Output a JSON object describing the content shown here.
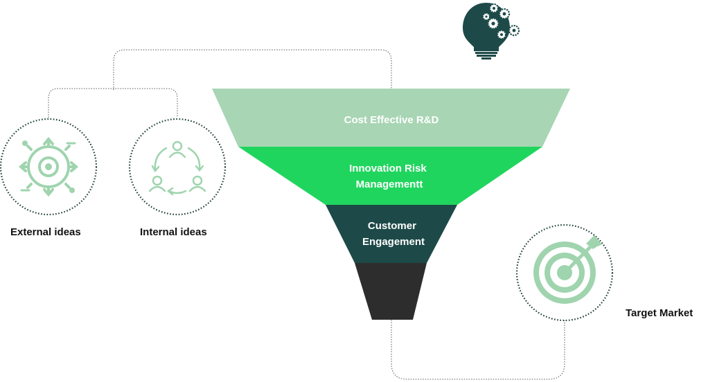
{
  "funnel": {
    "stages": [
      {
        "lines": [
          "Cost Effective R&D"
        ],
        "color": "#a8d5b4"
      },
      {
        "lines": [
          "Innovation Risk",
          "Managementt"
        ],
        "color": "#20d55e"
      },
      {
        "lines": [
          "Customer",
          "Engagement"
        ],
        "color": "#1d4a48"
      },
      {
        "lines": [],
        "color": "#2d2d2d"
      }
    ]
  },
  "inputs": {
    "external_label": "External ideas",
    "internal_label": "Internal ideas"
  },
  "output": {
    "target_label": "Target Market"
  },
  "icons": {
    "external": "compass-arrows-icon",
    "internal": "people-cycle-icon",
    "target": "target-dart-icon",
    "top": "lightbulb-gears-icon"
  },
  "colors": {
    "icon_green": "#9fd4ae",
    "connector": "#555555",
    "circle_border": "#1d3c38",
    "bulb": "#1d4a48"
  }
}
